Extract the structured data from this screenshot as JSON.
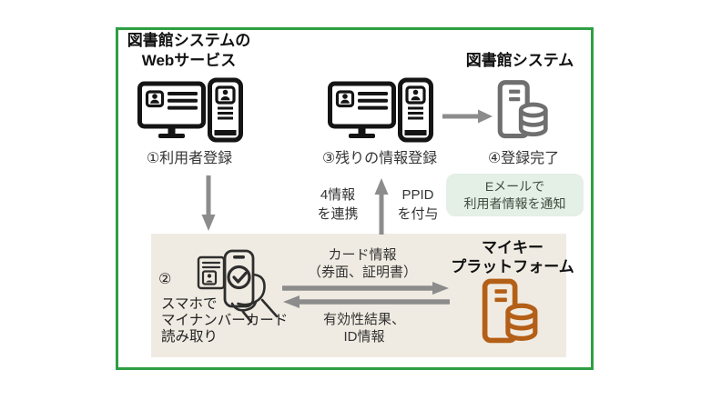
{
  "colors": {
    "border_green": "#2f9e44",
    "panel_beige": "#f0ebe2",
    "notice_green_bg": "#e4efe6",
    "arrow_gray": "#8c8c8c",
    "server_gray": "#6f6f6f",
    "platform_orange": "#b45f17",
    "icon_black": "#141414",
    "text_dark": "#2b2b2b"
  },
  "web_service": {
    "title_line1": "図書館システムの",
    "title_line2": "Webサービス",
    "step_label": "①利用者登録"
  },
  "remaining_registration": {
    "step_label": "③残りの情報登録"
  },
  "library_system": {
    "title": "図書館システム",
    "step_label": "④登録完了",
    "notice_line1": "Eメールで",
    "notice_line2": "利用者情報を通知"
  },
  "exchange_top": {
    "left_line1": "4情報",
    "left_line2": "を連携",
    "right_line1": "PPID",
    "right_line2": "を付与"
  },
  "mykey_platform": {
    "title_line1": "マイキー",
    "title_line2": "プラットフォーム"
  },
  "card_reading": {
    "step_number": "②",
    "line1": "スマホで",
    "line2": "マイナンバーカード",
    "line3": "読み取り"
  },
  "exchange_platform": {
    "to_line1": "カード情報",
    "to_line2": "（券面、証明書）",
    "from_line1": "有効性結果、",
    "from_line2": "ID情報"
  }
}
